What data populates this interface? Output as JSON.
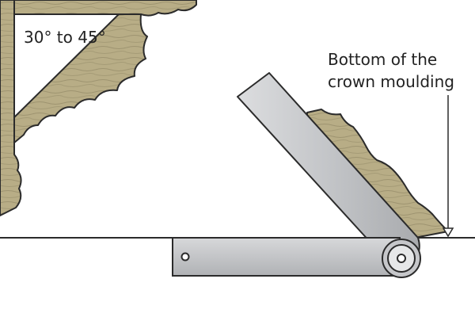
{
  "annotations": {
    "angle_range": "30° to 45°",
    "target_line1": "Bottom of the",
    "target_line2": "crown moulding"
  },
  "colors": {
    "wood": "#b8ad86",
    "wood_grain": "#8c8260",
    "outline": "#2b2b2b",
    "steel": "#c8c9cb",
    "steel_dark": "#a3a5a8",
    "background": "#ffffff"
  }
}
